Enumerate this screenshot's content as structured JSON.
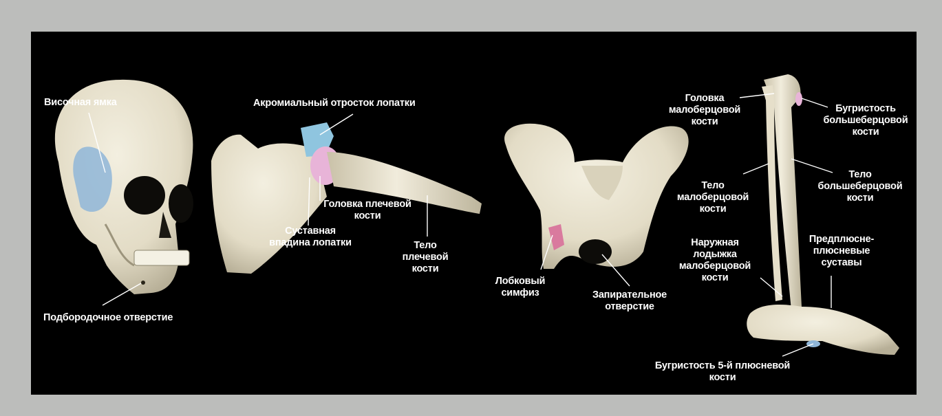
{
  "colors": {
    "background": "#bcbdbb",
    "panel": "#000000",
    "bone": "#e8e2cf",
    "bone_shadow": "#b9b29c",
    "blue_highlight": "#8fb6d8",
    "pink_highlight": "#e89ac6",
    "label_text": "#ffffff",
    "leader_line": "#ffffff"
  },
  "labels": {
    "temporal_fossa": "Височная ямка",
    "mental_foramen": "Подбородочное отверстие",
    "acromion": "Акромиальный отросток лопатки",
    "humerus_head": "Головка плечевой\nкости",
    "glenoid": "Суставная\nвпадина лопатки",
    "humerus_body": "Тело\nплечевой\nкости",
    "pubic_symphysis": "Лобковый\nсимфиз",
    "obturator_foramen": "Запирательное\nотверстие",
    "fibula_head": "Головка\nмалоберцовой\nкости",
    "tibial_tuberosity": "Бугристость\nбольшеберцовой\nкости",
    "fibula_body": "Тело\nмалоберцовой\nкости",
    "tibia_body": "Тело\nбольшеберцовой\nкости",
    "lateral_malleolus": "Наружная\nлодыжка\nмалоберцовой\nкости",
    "tarsometatarsal": "Предплюсне-\nплюсневые\nсуставы",
    "fifth_metatarsal": "Бугристость 5-й плюсневой\nкости"
  }
}
